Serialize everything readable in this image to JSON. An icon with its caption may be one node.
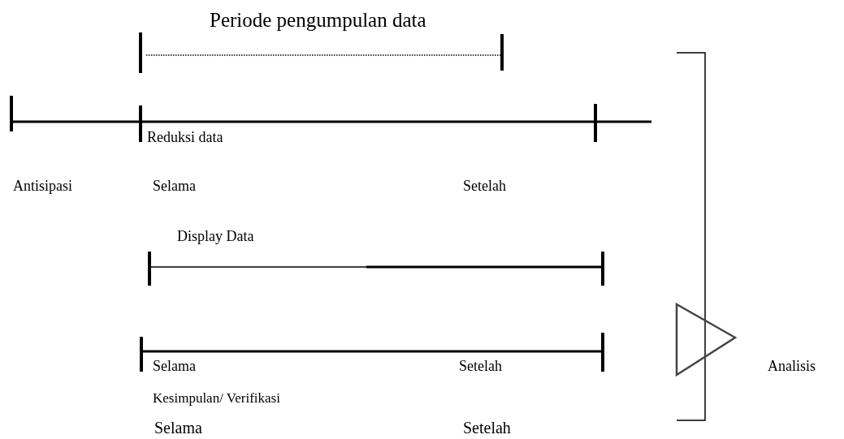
{
  "diagram": {
    "labels": [
      "Periode pengumpulan data",
      "Reduksi data",
      "Antisipasi",
      "Selama",
      "Setelah",
      "Display Data",
      "Selama",
      "Setelah",
      "Analisis",
      "Kesimpulan/ Verifikasi",
      "Selama",
      "Setelah"
    ]
  }
}
